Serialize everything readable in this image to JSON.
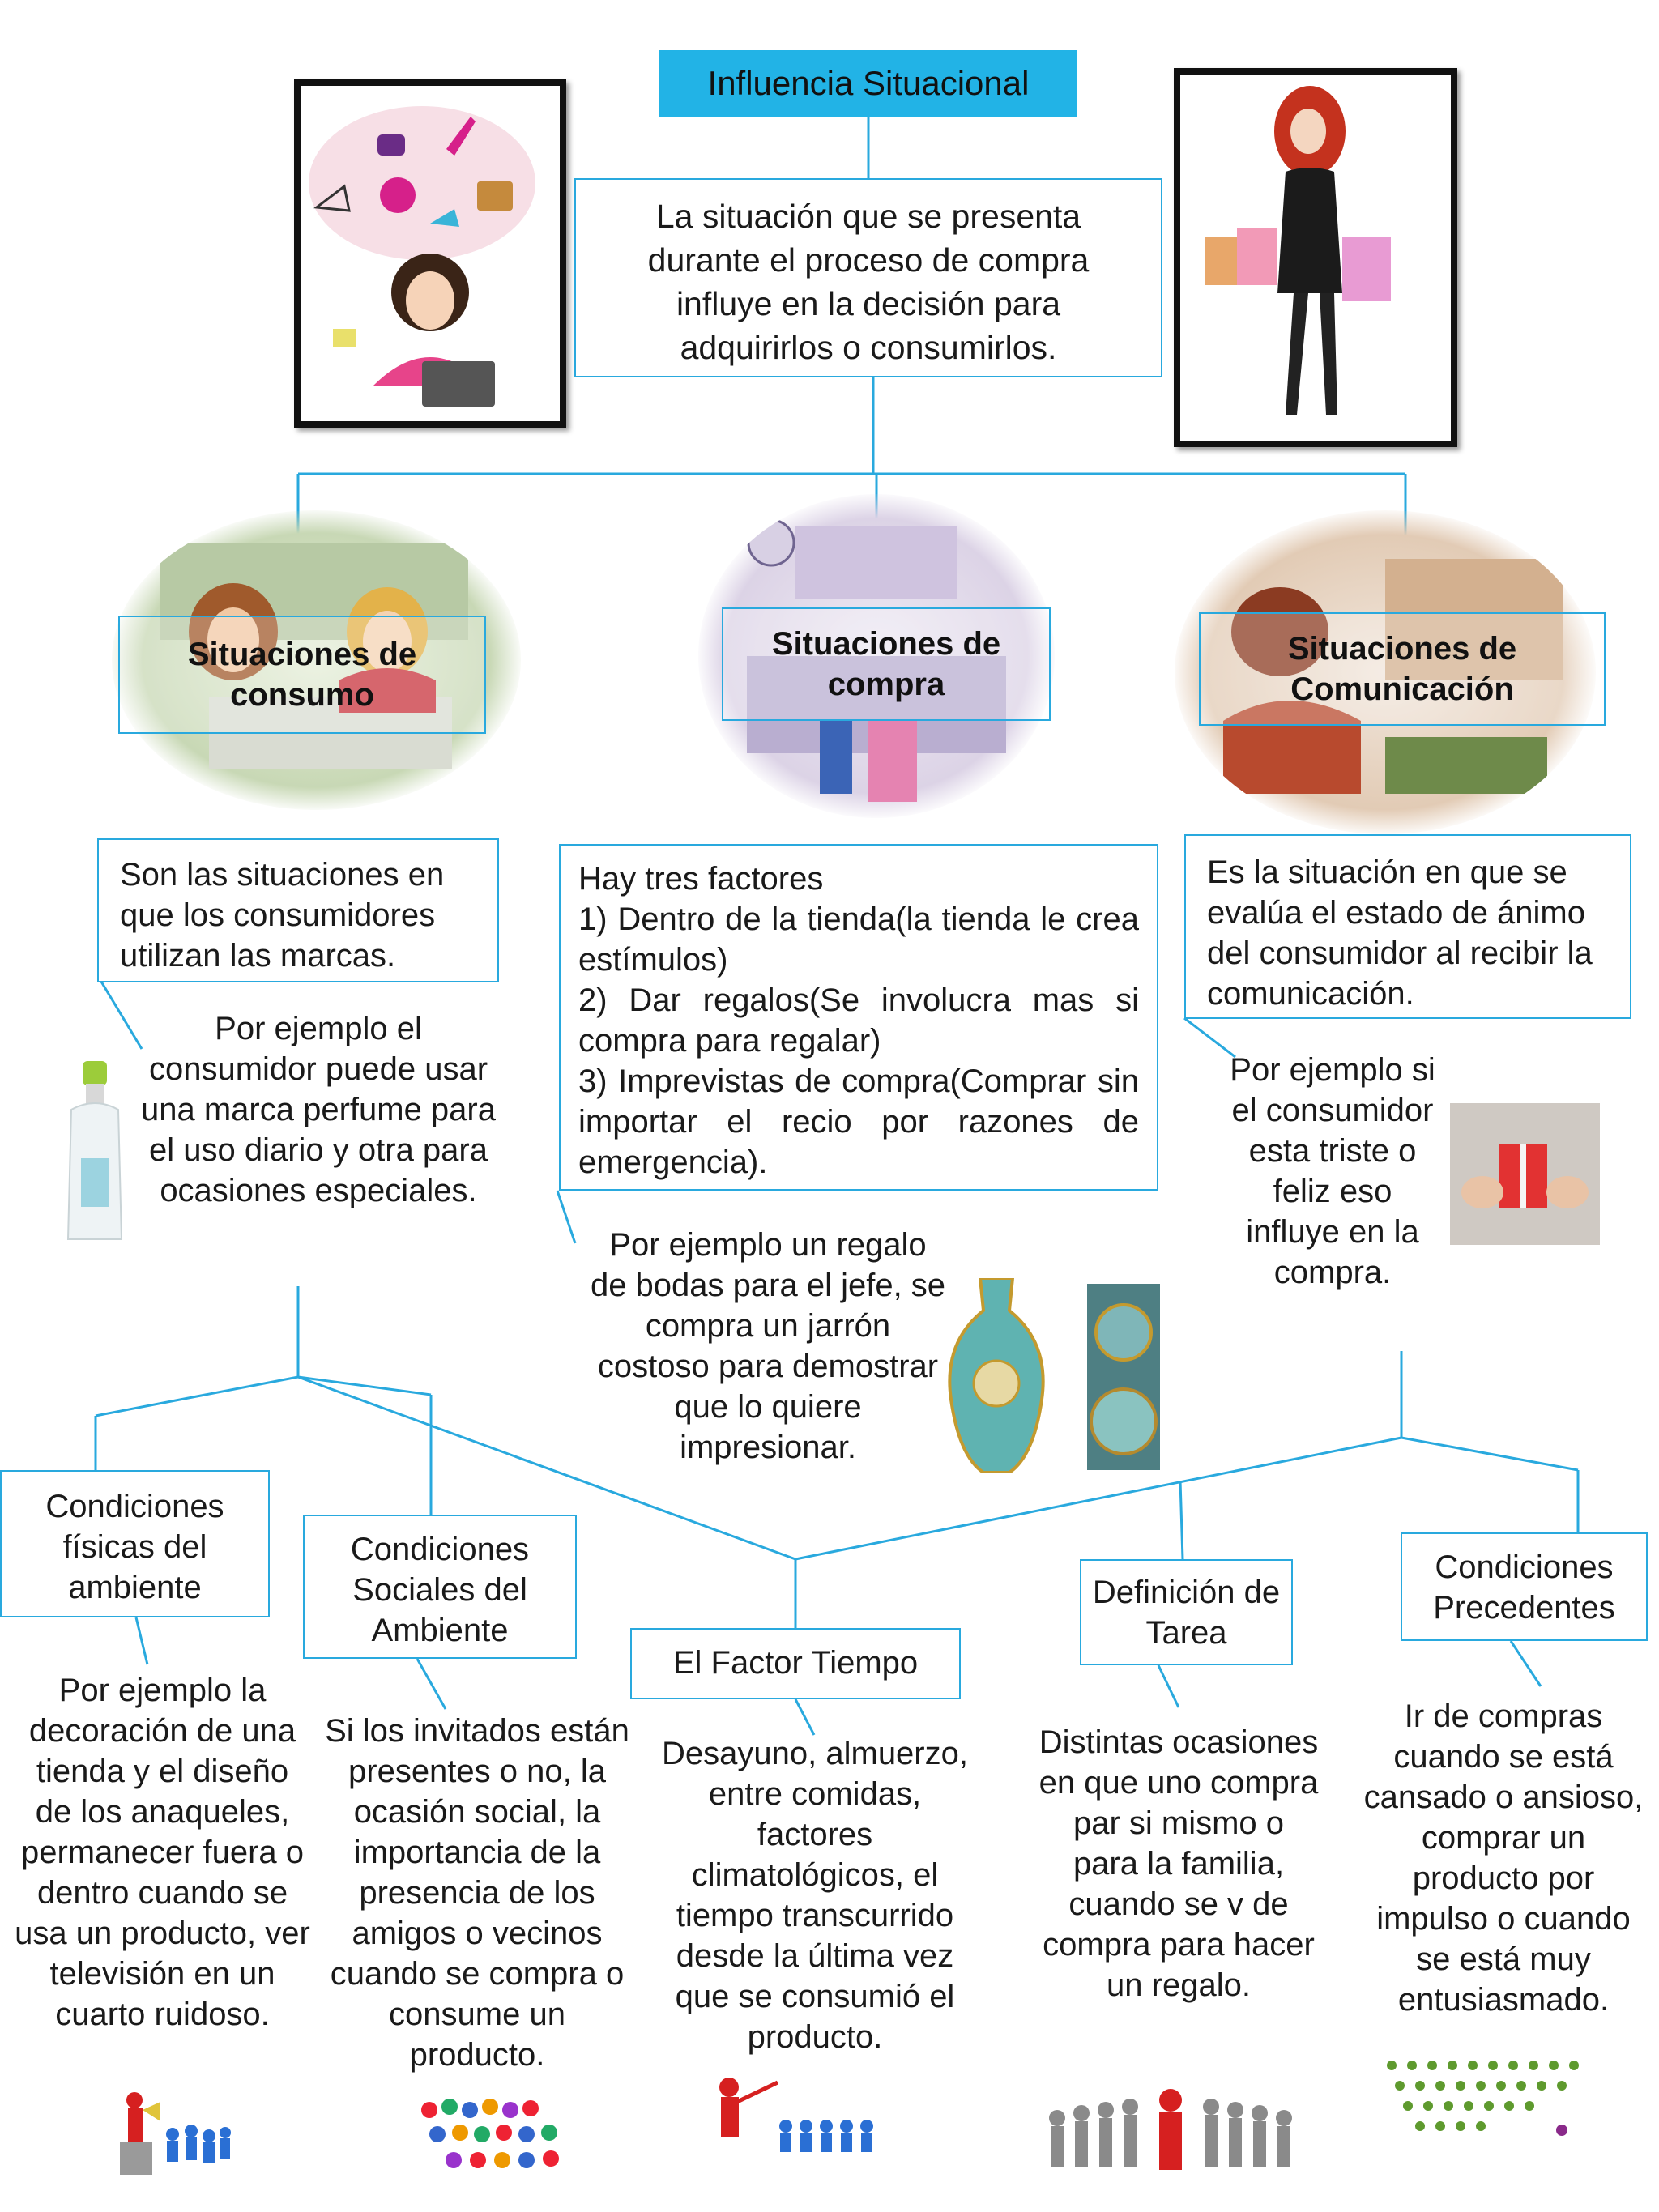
{
  "title": "Influencia Situacional",
  "definition": "La situación que se presenta durante el proceso de compra influye en la decisión para adquirirlos o consumirlos.",
  "situations": [
    {
      "label": "Situaciones de consumo",
      "description": "Son las situaciones en que los consumidores utilizan las marcas.",
      "example": "Por ejemplo el consumidor puede usar una marca perfume para el uso diario y otra para ocasiones especiales."
    },
    {
      "label": "Situaciones de compra",
      "description_intro": "Hay tres factores",
      "factors": [
        "1) Dentro de la tienda(la tienda le crea estímulos)",
        "2) Dar regalos(Se involucra mas si compra para regalar)",
        "3) Imprevistas de compra(Comprar sin importar el recio por razones de emergencia)."
      ],
      "example": "Por ejemplo un regalo de bodas para el jefe, se compra un jarrón costoso para demostrar que lo quiere impresionar."
    },
    {
      "label": "Situaciones de Comunicación",
      "description": "Es la situación en que se evalúa el estado de ánimo del consumidor al recibir la comunicación.",
      "example": "Por ejemplo si el consumidor esta triste o feliz eso influye en la compra."
    }
  ],
  "conditions": [
    {
      "label": "Condiciones físicas del ambiente",
      "example": "Por ejemplo la decoración de una tienda y el diseño de los anaqueles, permanecer fuera o dentro cuando se usa un producto, ver televisión en un cuarto ruidoso."
    },
    {
      "label": "Condiciones Sociales del Ambiente",
      "example": "Si los invitados están presentes o no, la ocasión social, la importancia de la presencia de los amigos o vecinos cuando se compra o consume un producto."
    },
    {
      "label": "El Factor Tiempo",
      "example": "Desayuno, almuerzo, entre comidas, factores climatológicos, el tiempo transcurrido desde la última vez que se consumió el producto."
    },
    {
      "label": "Definición de Tarea",
      "example": "Distintas ocasiones en que uno compra par si mismo o para la familia, cuando se v de compra para hacer un regalo."
    },
    {
      "label": "Condiciones Precedentes",
      "example": "Ir de compras cuando se está cansado o ansioso, comprar un producto por impulso o cuando se está muy entusiasmado."
    }
  ],
  "colors": {
    "accent": "#29a9de",
    "title_fill": "#22b3e6"
  }
}
